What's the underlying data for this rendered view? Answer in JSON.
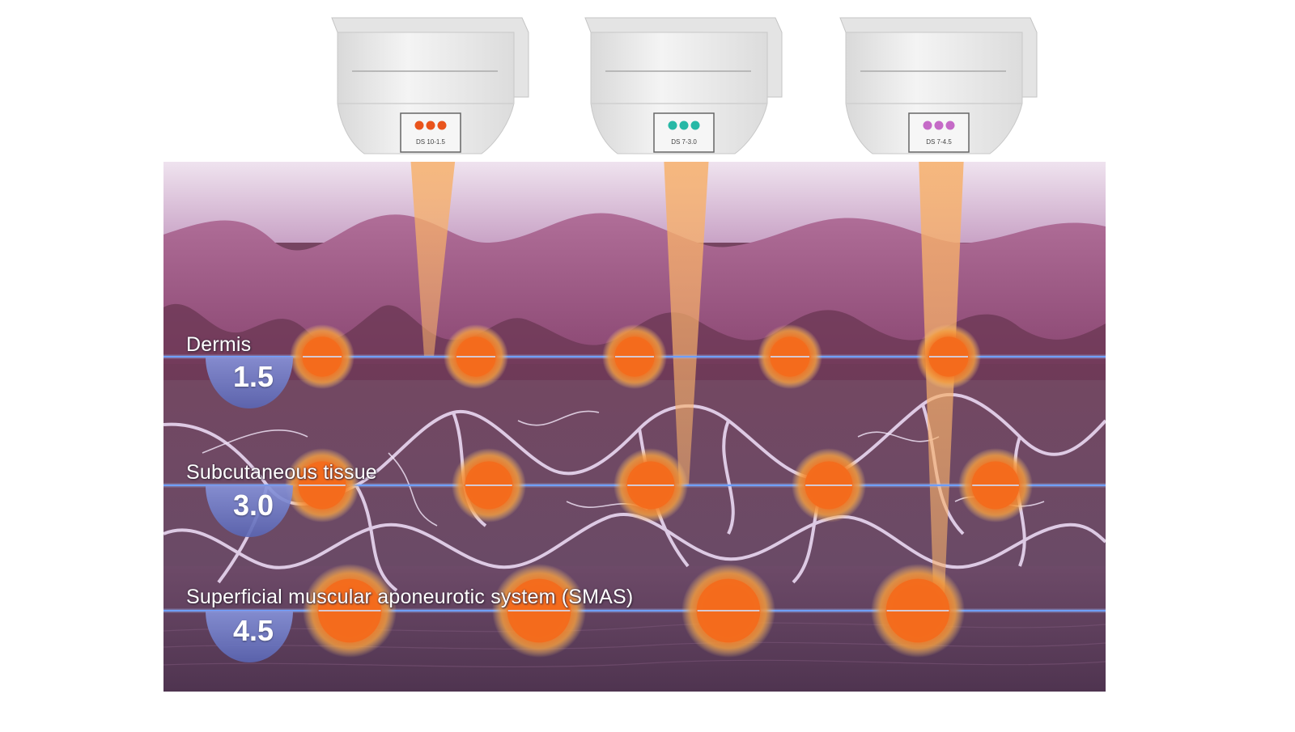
{
  "colors": {
    "energy": "#f36b1c",
    "beam": "#f3b27a",
    "depth_line": "#6fa0ff",
    "depth_badge": "#6d79c7",
    "tissue_top": "#c8a8c8",
    "epidermis": "#a05a86",
    "dermis": "#6e3a55",
    "fat": "#6c4963",
    "fascia": "#e8d4f0",
    "muscle": "#5e3d5a"
  },
  "transducers": [
    {
      "label": "DS 10-1.5",
      "dot_color": "#e9541c"
    },
    {
      "label": "DS 7-3.0",
      "dot_color": "#27b8a6"
    },
    {
      "label": "DS 7-4.5",
      "dot_color": "#c56ac7"
    }
  ],
  "layers": [
    {
      "name": "Dermis",
      "depth": "1.5",
      "points": 5
    },
    {
      "name": "Subcutaneous tissue",
      "depth": "3.0",
      "points": 5
    },
    {
      "name": "Superficial muscular aponeurotic system (SMAS)",
      "depth": "4.5",
      "points": 4
    }
  ]
}
